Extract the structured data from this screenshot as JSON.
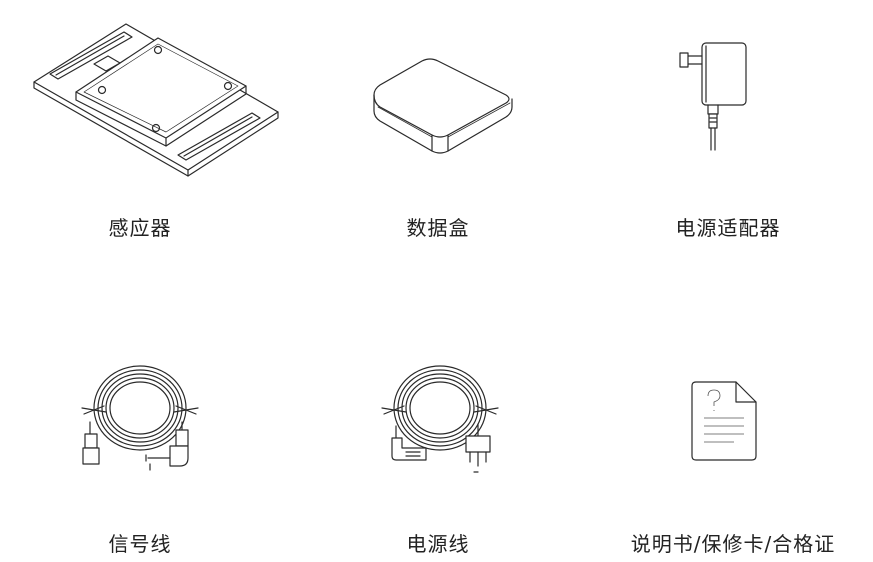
{
  "items": [
    {
      "id": "sensor",
      "label": "感应器",
      "icon": "sensor-plate-icon"
    },
    {
      "id": "data-box",
      "label": "数据盒",
      "icon": "data-box-icon"
    },
    {
      "id": "power-adapter",
      "label": "电源适配器",
      "icon": "power-adapter-icon"
    },
    {
      "id": "signal-cable",
      "label": "信号线",
      "icon": "usb-signal-cable-icon"
    },
    {
      "id": "power-cable",
      "label": "电源线",
      "icon": "power-cable-icon"
    },
    {
      "id": "manual",
      "label": "说明书/保修卡/合格证",
      "icon": "document-icon"
    }
  ]
}
